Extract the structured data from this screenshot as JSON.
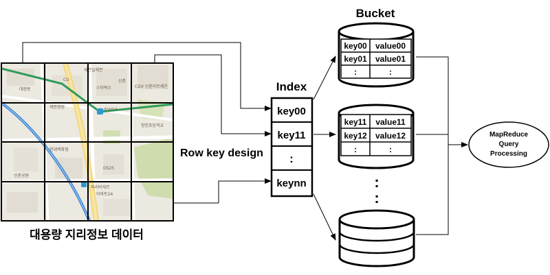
{
  "map": {
    "caption": "대용량 지리정보 데이터",
    "place_labels": [
      "CU",
      "세븐일레븐",
      "GS25",
      "스타벅스",
      "CGV 신촌아트레온",
      "대현동",
      "세란병원",
      "현대백화점",
      "신촌",
      "파리바게뜨",
      "신촌공원",
      "창천초등학교",
      "세브란스",
      "이마트24"
    ]
  },
  "row_key_label": "Row key design",
  "index": {
    "title": "Index",
    "rows": [
      "key00",
      "key11",
      ":",
      "keynn"
    ]
  },
  "bucket": {
    "title": "Bucket",
    "tables": [
      {
        "rows": [
          [
            "key00",
            "value00"
          ],
          [
            "key01",
            "value01"
          ],
          [
            ":",
            ":"
          ]
        ]
      },
      {
        "rows": [
          [
            "key11",
            "value11"
          ],
          [
            "key12",
            "value12"
          ],
          [
            ":",
            ":"
          ]
        ]
      }
    ],
    "vertical_dots": ":"
  },
  "mapreduce": {
    "lines": [
      "MapReduce",
      "Query",
      "Processing"
    ]
  }
}
